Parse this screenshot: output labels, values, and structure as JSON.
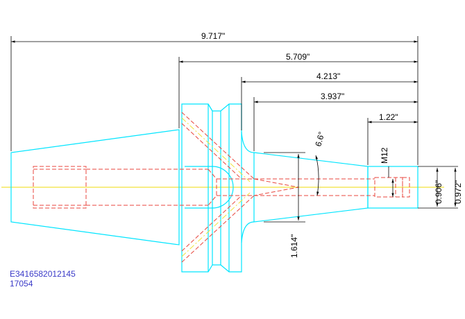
{
  "drawing": {
    "outline_color": "#00e5ff",
    "hidden_line_color": "#e8453c",
    "centerline_color": "#f2e23a",
    "coolant_line_color": "#f2e23a",
    "dimension_color": "#000000",
    "part_id_color": "#3a3ac8"
  },
  "dimensions": {
    "overall_length": "9.717\"",
    "flange_to_end": "5.709\"",
    "flange_face_to_end": "4.213\"",
    "taper_start_to_end": "3.937\"",
    "tip_length": "1.22\"",
    "angle": "6.6°",
    "thread": "M12",
    "bore_diameter": "1.614\"",
    "tip_inner_diameter": "0.906\"",
    "tip_outer_diameter": "0.972\""
  },
  "part": {
    "code": "E3416582012145",
    "number": "17054"
  }
}
